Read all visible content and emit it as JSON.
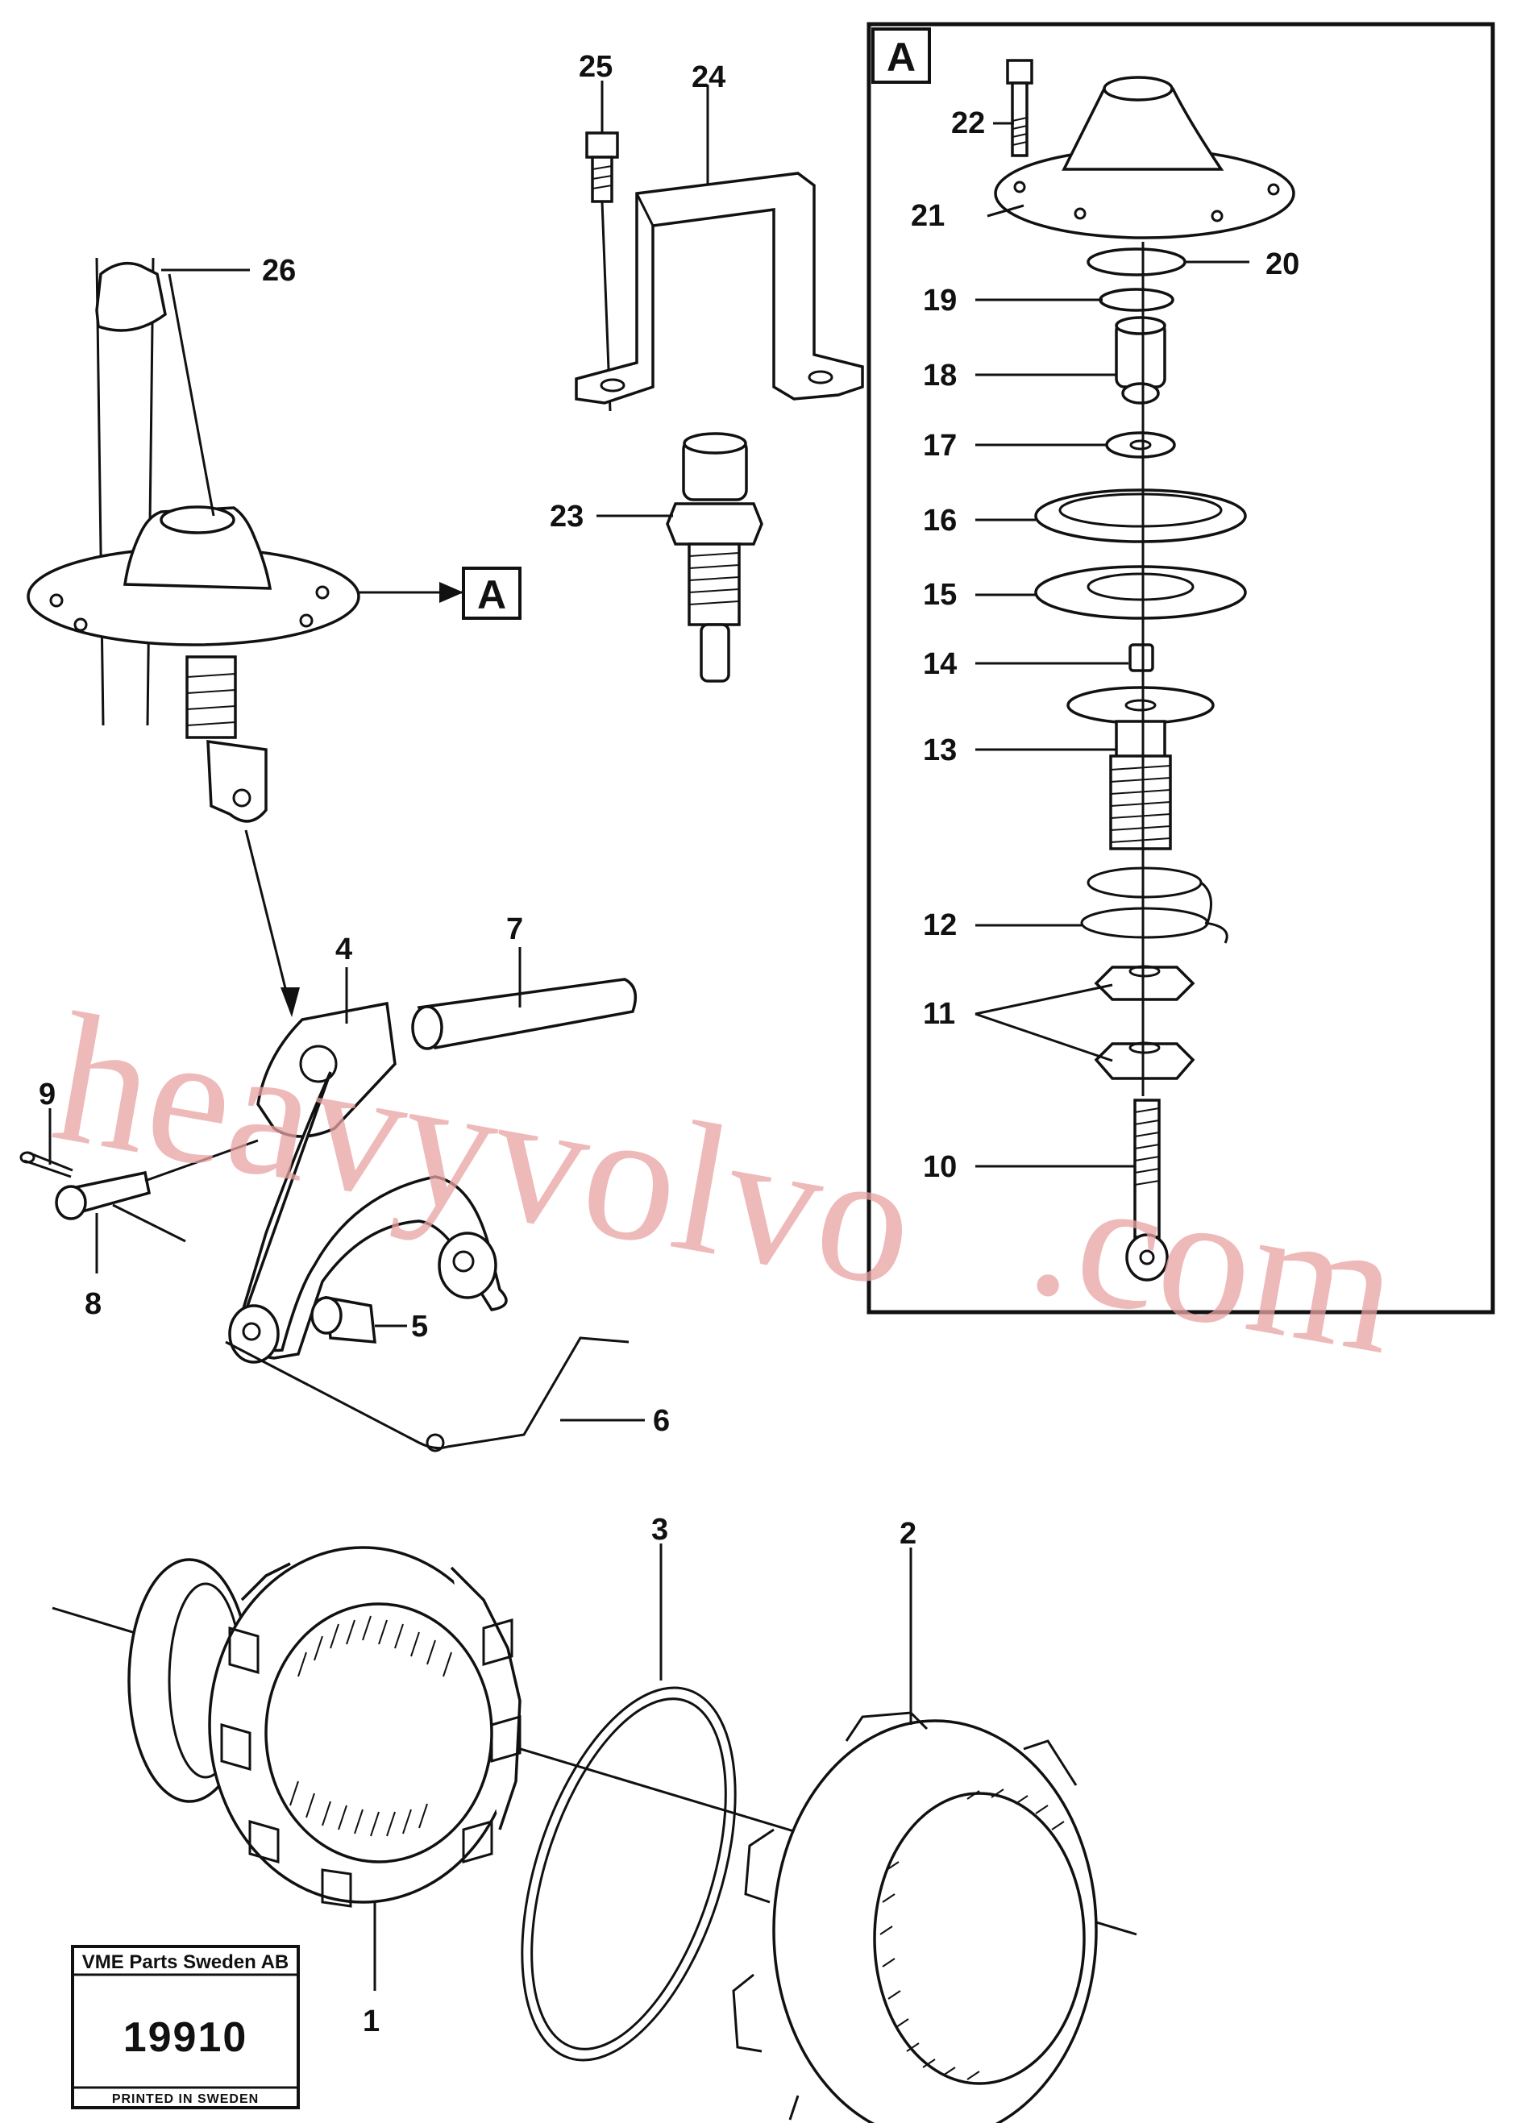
{
  "drawing": {
    "detail_ref": "A",
    "callouts": {
      "c1": "1",
      "c2": "2",
      "c3": "3",
      "c4": "4",
      "c5": "5",
      "c6": "6",
      "c7": "7",
      "c8": "8",
      "c9": "9",
      "c10": "10",
      "c11": "11",
      "c12": "12",
      "c13": "13",
      "c14": "14",
      "c15": "15",
      "c16": "16",
      "c17": "17",
      "c18": "18",
      "c19": "19",
      "c20": "20",
      "c21": "21",
      "c22": "22",
      "c23": "23",
      "c24": "24",
      "c25": "25",
      "c26": "26"
    }
  },
  "stamp": {
    "company": "VME Parts Sweden AB",
    "drawing_number": "19910",
    "printed": "PRINTED IN SWEDEN"
  },
  "watermark": {
    "text_left": "heavyvolvo",
    "text_right": ".com"
  }
}
